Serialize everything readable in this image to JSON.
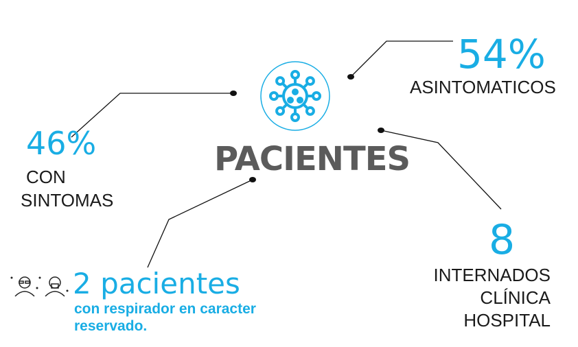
{
  "title": "PACIENTES",
  "asymptomatic": {
    "value": "54%",
    "label": "ASINTOMATICOS"
  },
  "symptomatic": {
    "value": "46%",
    "label_line1": "CON",
    "label_line2": "SINTOMAS"
  },
  "hospitalized": {
    "value": "8",
    "line1": "INTERNADOS",
    "line2": "CLÍNICA",
    "line3": "HOSPITAL"
  },
  "ventilator": {
    "headline": "2 pacientes",
    "line1": "con respirador en caracter",
    "line2": "reservado."
  },
  "colors": {
    "accent": "#19ade4",
    "title": "#5b5b5b",
    "text": "#1a1a1a"
  }
}
